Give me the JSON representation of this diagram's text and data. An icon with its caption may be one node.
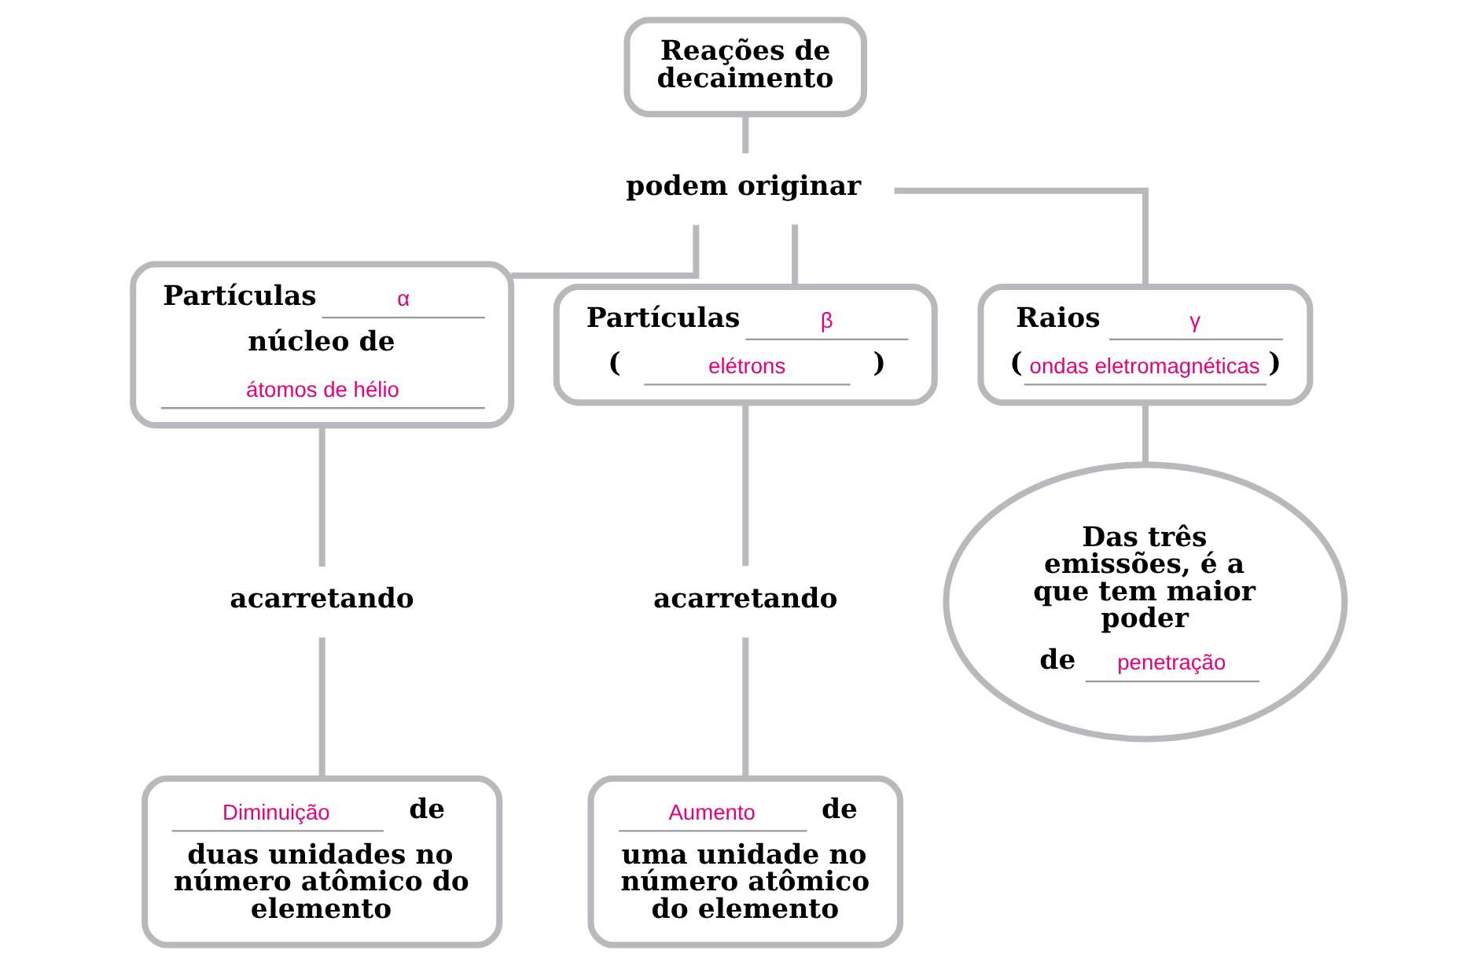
{
  "diagram": {
    "nodes": [
      {
        "text": [
          "Reações de decaimento"
        ]
      },
      {
        "text": [
          "podem originar"
        ]
      },
      {
        "text": [
          "Partículas",
          "α",
          "núcleo de",
          "átomos de hélio"
        ]
      },
      {
        "text": [
          "Partículas",
          "β",
          "(",
          "elétrons",
          ")"
        ]
      },
      {
        "text": [
          "Raios",
          "γ",
          "(",
          "ondas eletromagnéticas",
          ")"
        ]
      },
      {
        "text": [
          "acarretando"
        ]
      },
      {
        "text": [
          "acarretando"
        ]
      },
      {
        "text": [
          "Diminuição",
          "de",
          "duas unidades no número atômico do elemento"
        ]
      },
      {
        "text": [
          "Aumento",
          "de",
          "uma unidade no número atômico do elemento"
        ]
      },
      {
        "text": [
          "Das três emissões, é a que tem maior poder",
          "de",
          "penetração"
        ]
      }
    ],
    "edges": [
      {
        "from": 0,
        "to": 1,
        "arrow": "none"
      },
      {
        "from": 1,
        "to": 2,
        "arrow": "none"
      },
      {
        "from": 1,
        "to": 3,
        "arrow": "none"
      },
      {
        "from": 1,
        "to": 4,
        "arrow": "none"
      },
      {
        "from": 2,
        "to": 5,
        "arrow": "none"
      },
      {
        "from": 5,
        "to": 7,
        "arrow": "none"
      },
      {
        "from": 3,
        "to": 6,
        "arrow": "none"
      },
      {
        "from": 6,
        "to": 8,
        "arrow": "none"
      },
      {
        "from": 4,
        "to": 9,
        "arrow": "none"
      }
    ]
  }
}
